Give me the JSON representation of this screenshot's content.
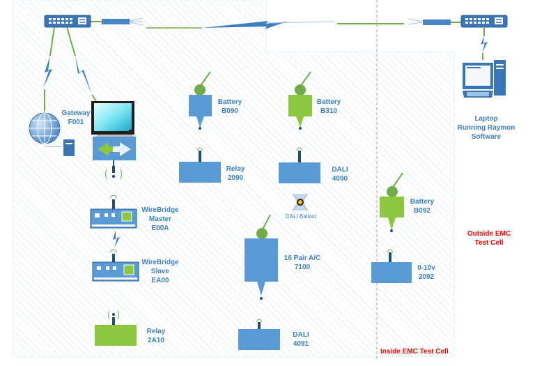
{
  "colors": {
    "device_blue": "#5b9bd5",
    "device_green": "#8dc63f",
    "line_green": "#70ad47",
    "bolt_blue": "#3f7fbf",
    "label_blue": "#3f7fbf",
    "label_red": "#ff0000",
    "hatch": "#d6ecf5"
  },
  "labels": {
    "gateway": [
      "Gateway",
      "F001"
    ],
    "laptop": [
      "Laptop",
      "Running Raymon",
      "Software"
    ],
    "battery_b090": [
      "Battery",
      "B090"
    ],
    "battery_b310": [
      "Battery",
      "B310"
    ],
    "battery_b092": [
      "Battery",
      "B092"
    ],
    "relay_2090": [
      "Relay",
      "2090"
    ],
    "dali_4090": [
      "DALI",
      "4090"
    ],
    "dali_ballast": "DALI Ballast",
    "wirebridge_master": [
      "WireBridge",
      "Master",
      "E00A"
    ],
    "wirebridge_slave": [
      "WireBridge",
      "Slave",
      "EA00"
    ],
    "ac_7100": [
      "16 Pair A/C",
      "7100"
    ],
    "io_2092": [
      "0-10v",
      "2092"
    ],
    "relay_2a10": [
      "Relay",
      "2A10"
    ],
    "dali_4091": [
      "DALI",
      "4091"
    ],
    "outside_cell": [
      "Outside EMC",
      "Test Cell"
    ],
    "inside_cell": "Inside EMC Test Cell"
  },
  "icons": [
    "network-switch-icon",
    "globe-icon",
    "desktop-computer-icon",
    "laptop-computer-icon",
    "wireless-signal-icon",
    "lightning-bolt-icon",
    "light-bulb-icon"
  ]
}
